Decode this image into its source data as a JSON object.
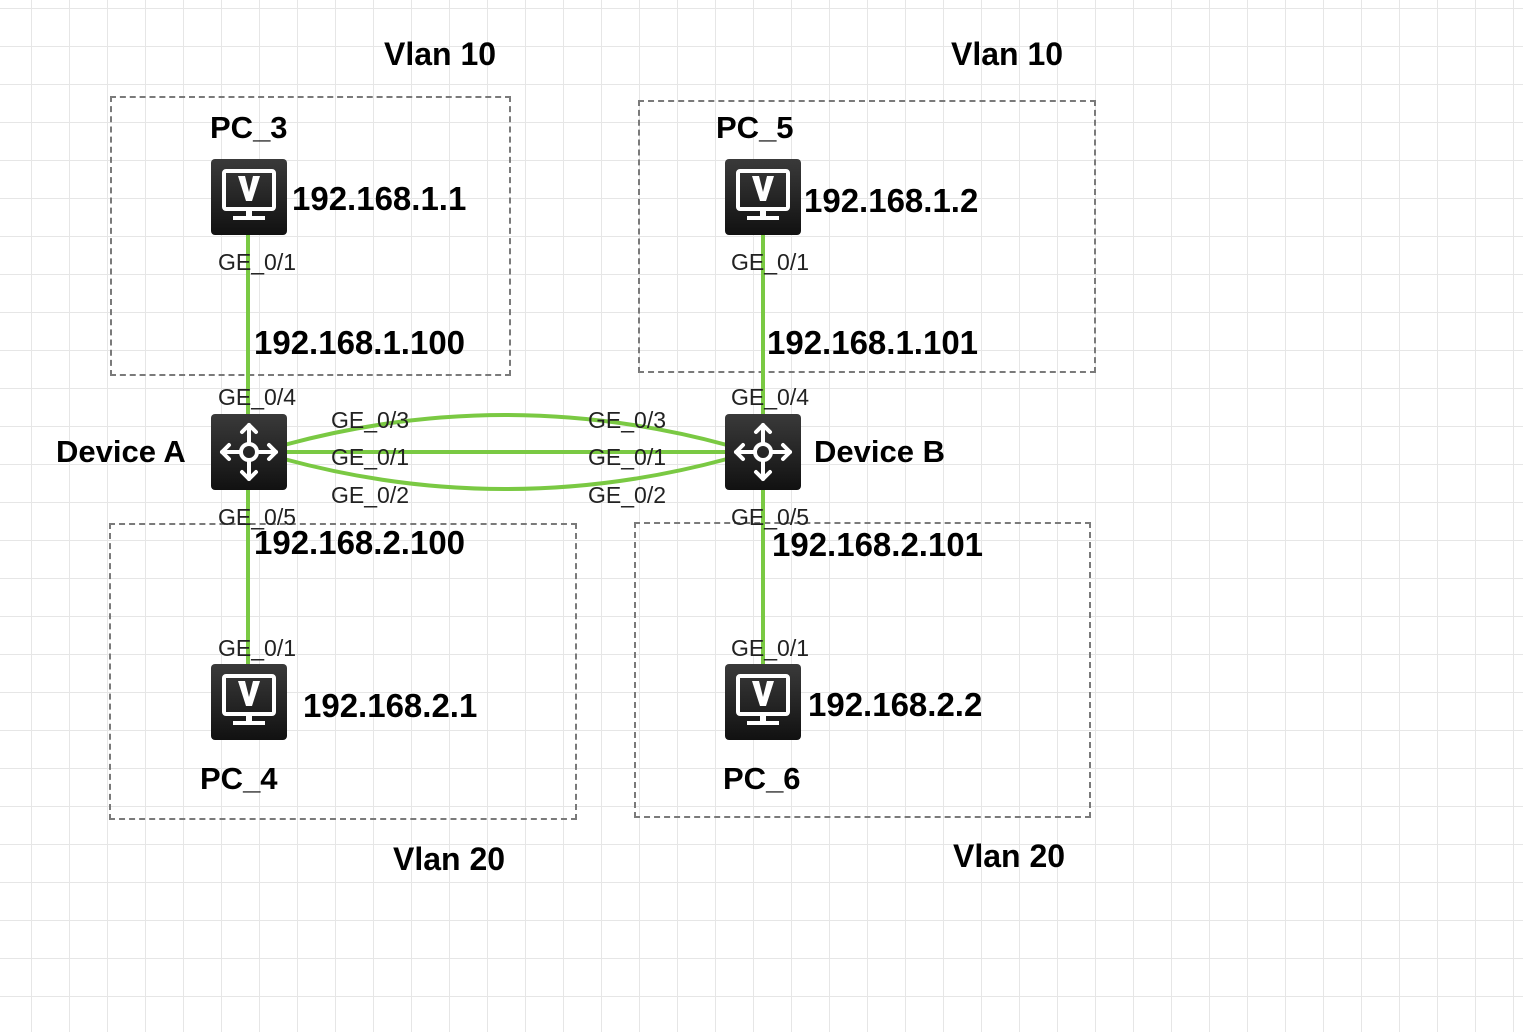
{
  "vlans": {
    "top_left": "Vlan 10",
    "top_right": "Vlan 10",
    "bottom_left": "Vlan 20",
    "bottom_right": "Vlan 20"
  },
  "pcs": {
    "pc3": {
      "name": "PC_3",
      "ip": "192.168.1.1",
      "port": "GE_0/1",
      "icon": "monitor-icon"
    },
    "pc5": {
      "name": "PC_5",
      "ip": "192.168.1.2",
      "port": "GE_0/1",
      "icon": "monitor-icon"
    },
    "pc4": {
      "name": "PC_4",
      "ip": "192.168.2.1",
      "port": "GE_0/1",
      "icon": "monitor-icon"
    },
    "pc6": {
      "name": "PC_6",
      "ip": "192.168.2.2",
      "port": "GE_0/1",
      "icon": "monitor-icon"
    }
  },
  "devices": {
    "a": {
      "name": "Device A",
      "icon": "router-icon",
      "vlan10_ip": "192.168.1.100",
      "vlan20_ip": "192.168.2.100",
      "port_up": "GE_0/4",
      "port_down": "GE_0/5",
      "port_l1": "GE_0/3",
      "port_l2": "GE_0/1",
      "port_l3": "GE_0/2"
    },
    "b": {
      "name": "Device B",
      "icon": "router-icon",
      "vlan10_ip": "192.168.1.101",
      "vlan20_ip": "192.168.2.101",
      "port_up": "GE_0/4",
      "port_down": "GE_0/5",
      "port_l1": "GE_0/3",
      "port_l2": "GE_0/1",
      "port_l3": "GE_0/2"
    }
  },
  "colors": {
    "link": "#7ac943",
    "box_border": "#7a7a7a",
    "node_bg": "#1a1a1a",
    "grid": "#e6e6e6"
  }
}
